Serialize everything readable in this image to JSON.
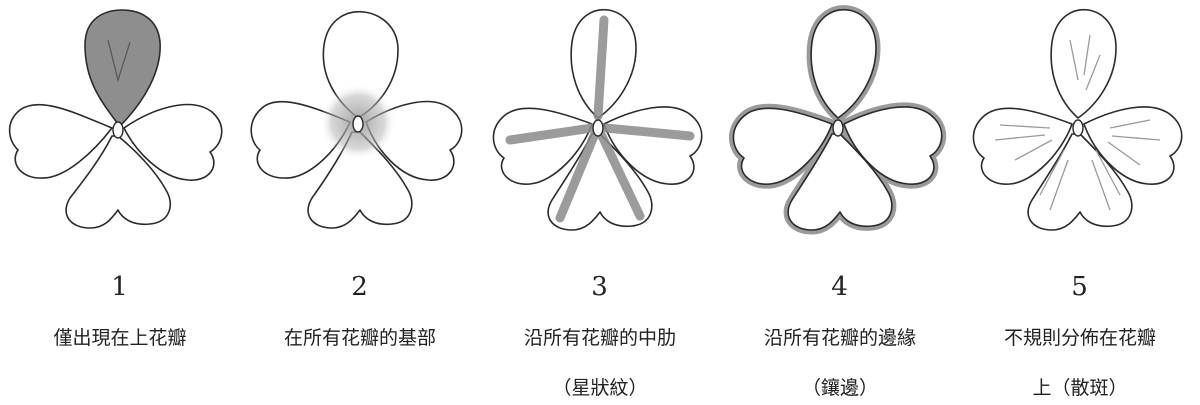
{
  "panels": [
    {
      "number": "1",
      "desc": "僅出現在上花瓣",
      "desc2": ""
    },
    {
      "number": "2",
      "desc": "在所有花瓣的基部",
      "desc2": ""
    },
    {
      "number": "3",
      "desc": "沿所有花瓣的中肋",
      "desc2": "（星狀紋）"
    },
    {
      "number": "4",
      "desc": "沿所有花瓣的邊緣",
      "desc2": "（鑲邊）"
    },
    {
      "number": "5",
      "desc": "不規則分佈在花瓣",
      "desc2": "上（散斑）"
    }
  ]
}
